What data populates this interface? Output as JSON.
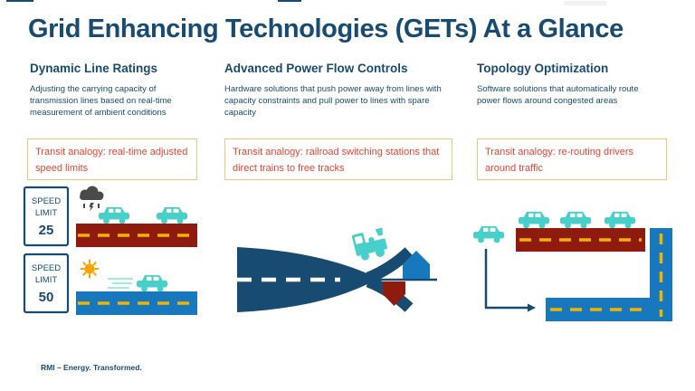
{
  "title": "Grid Enhancing Technologies (GETs) At a Glance",
  "footer": "RMI – Energy. Transformed.",
  "colors": {
    "navy": "#184B72",
    "teal": "#47CFC9",
    "teal_light": "#A8E6E2",
    "congested_red": "#8E1B0E",
    "road_blue": "#1878BE",
    "dash_yellow": "#F2B200",
    "analogy_text_red": "#EF4130",
    "analogy_border": "#F6C578",
    "cloud_gray": "#4A4A4A",
    "sun_orange": "#F5A300"
  },
  "columns": [
    {
      "heading": "Dynamic Line Ratings",
      "description": "Adjusting the carrying capacity of transmission lines based on real-time measurement of ambient conditions",
      "analogy": "Transit analogy: real-time adjusted speed limits",
      "signs": [
        {
          "line1": "SPEED",
          "line2": "LIMIT",
          "value": "25"
        },
        {
          "line1": "SPEED",
          "line2": "LIMIT",
          "value": "50"
        }
      ]
    },
    {
      "heading": "Advanced Power Flow Controls",
      "description": "Hardware solutions that push power away from lines with capacity constraints and pull power to lines with spare capacity",
      "analogy": "Transit analogy: railroad switching stations that direct trains to free tracks"
    },
    {
      "heading": "Topology Optimization",
      "description": "Software solutions that automatically route power flows around congested areas",
      "analogy": "Transit analogy: re-routing drivers around traffic"
    }
  ]
}
